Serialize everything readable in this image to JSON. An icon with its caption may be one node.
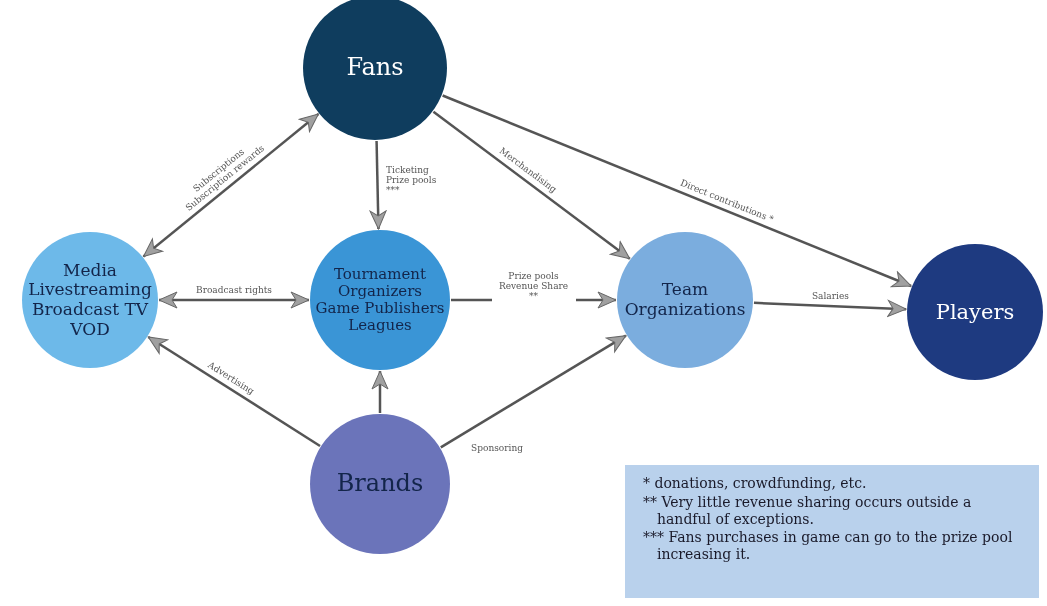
{
  "diagram": {
    "nodes": [
      {
        "text": [
          "Fans"
        ]
      },
      {
        "text": [
          "Media Livestreaming Broadcast TV VOD"
        ]
      },
      {
        "text": [
          "Tournament Organizers Game Publishers Leagues"
        ]
      },
      {
        "text": [
          "Team Organizations"
        ]
      },
      {
        "text": [
          "Players"
        ]
      },
      {
        "text": [
          "Brands"
        ]
      }
    ],
    "edges": [
      {
        "from": 1,
        "to": 0,
        "arrow": "both",
        "label": "Subscriptions Subscription rewards"
      },
      {
        "from": 0,
        "to": 2,
        "arrow": "to",
        "label": "Ticketing Prize pools ***"
      },
      {
        "from": 0,
        "to": 3,
        "arrow": "to",
        "label": "Merchandising"
      },
      {
        "from": 0,
        "to": 4,
        "arrow": "to",
        "label": "Direct contributions *"
      },
      {
        "from": 1,
        "to": 2,
        "arrow": "both",
        "label": "Broadcast rights"
      },
      {
        "from": 2,
        "to": 3,
        "arrow": "to",
        "label": "Prize pools Revenue Share **"
      },
      {
        "from": 3,
        "to": 4,
        "arrow": "to",
        "label": "Salaries"
      },
      {
        "from": 5,
        "to": 1,
        "arrow": "to",
        "label": "Advertising"
      },
      {
        "from": 5,
        "to": 2,
        "arrow": "to"
      },
      {
        "from": 5,
        "to": 3,
        "arrow": "to",
        "label": "Sponsoring"
      }
    ],
    "labels": [
      "* donations, crowdfunding, etc.",
      "** Very little revenue sharing occurs outside a handful of exceptions.",
      "*** Fans purchases in game can go to the prize pool increasing it."
    ]
  }
}
